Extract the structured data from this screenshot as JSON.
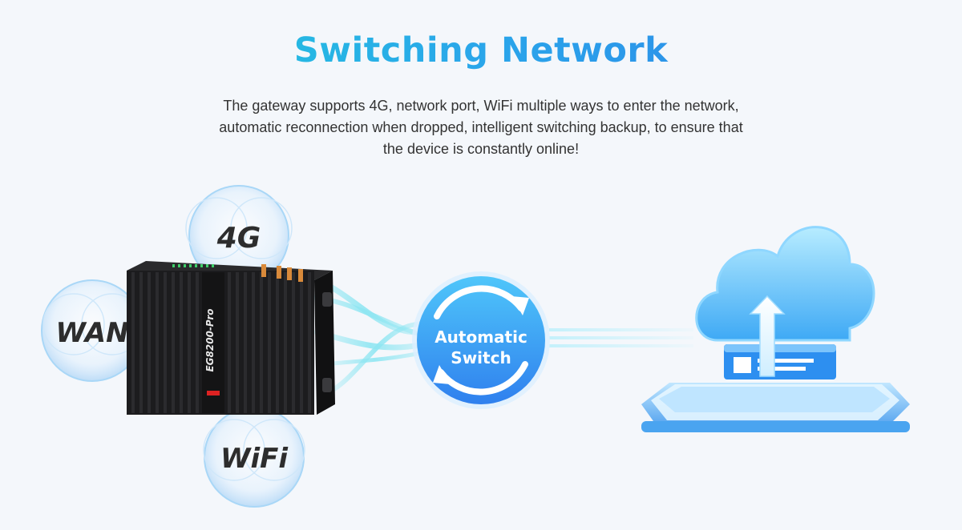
{
  "header": {
    "title": "Switching Network",
    "description": [
      "The gateway supports 4G, network port, WiFi multiple ways to enter the network,",
      "automatic reconnection when dropped, intelligent switching backup, to ensure that",
      "the device is constantly online!"
    ]
  },
  "network_sources": [
    {
      "label": "4G",
      "icon": "cellular-bubble"
    },
    {
      "label": "WAN",
      "icon": "ethernet-bubble"
    },
    {
      "label": "WiFi",
      "icon": "wifi-bubble"
    }
  ],
  "device": {
    "model": "EG8200-Pro",
    "icon": "gateway-device"
  },
  "switch": {
    "line1": "Automatic",
    "line2": "Switch",
    "icon": "refresh-cycle-icon"
  },
  "cloud": {
    "icon": "cloud-upload-server-icon"
  },
  "colors": {
    "title_gradient_start": "#1fd3d8",
    "title_gradient_end": "#2f7ce8",
    "accent_blue": "#2e8cf0",
    "line_cyan": "#8fe6f2",
    "device_body": "#1b1b1d"
  }
}
